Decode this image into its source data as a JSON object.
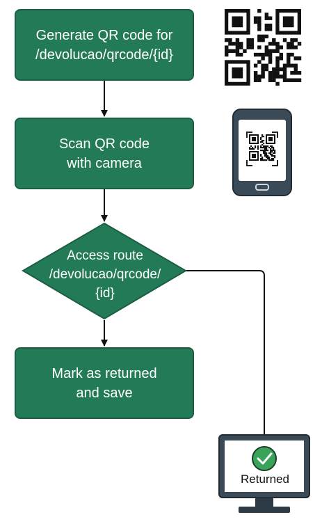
{
  "steps": {
    "generate": "Generate QR code for\n/devolucao/qrcode/{id}",
    "scan": "Scan QR code\nwith camera",
    "decision": "Access route\n/devolucao/qrcode/\n{id}",
    "mark": "Mark as returned\nand save"
  },
  "monitor": {
    "label": "Returned"
  },
  "icons": {
    "qr": "qr-code-icon",
    "phone": "smartphone-icon",
    "monitor": "monitor-icon",
    "check": "check-circle-icon"
  },
  "colors": {
    "box": "#237a57",
    "border": "#1b5e44",
    "check": "#3aa35a",
    "line": "#111111"
  }
}
